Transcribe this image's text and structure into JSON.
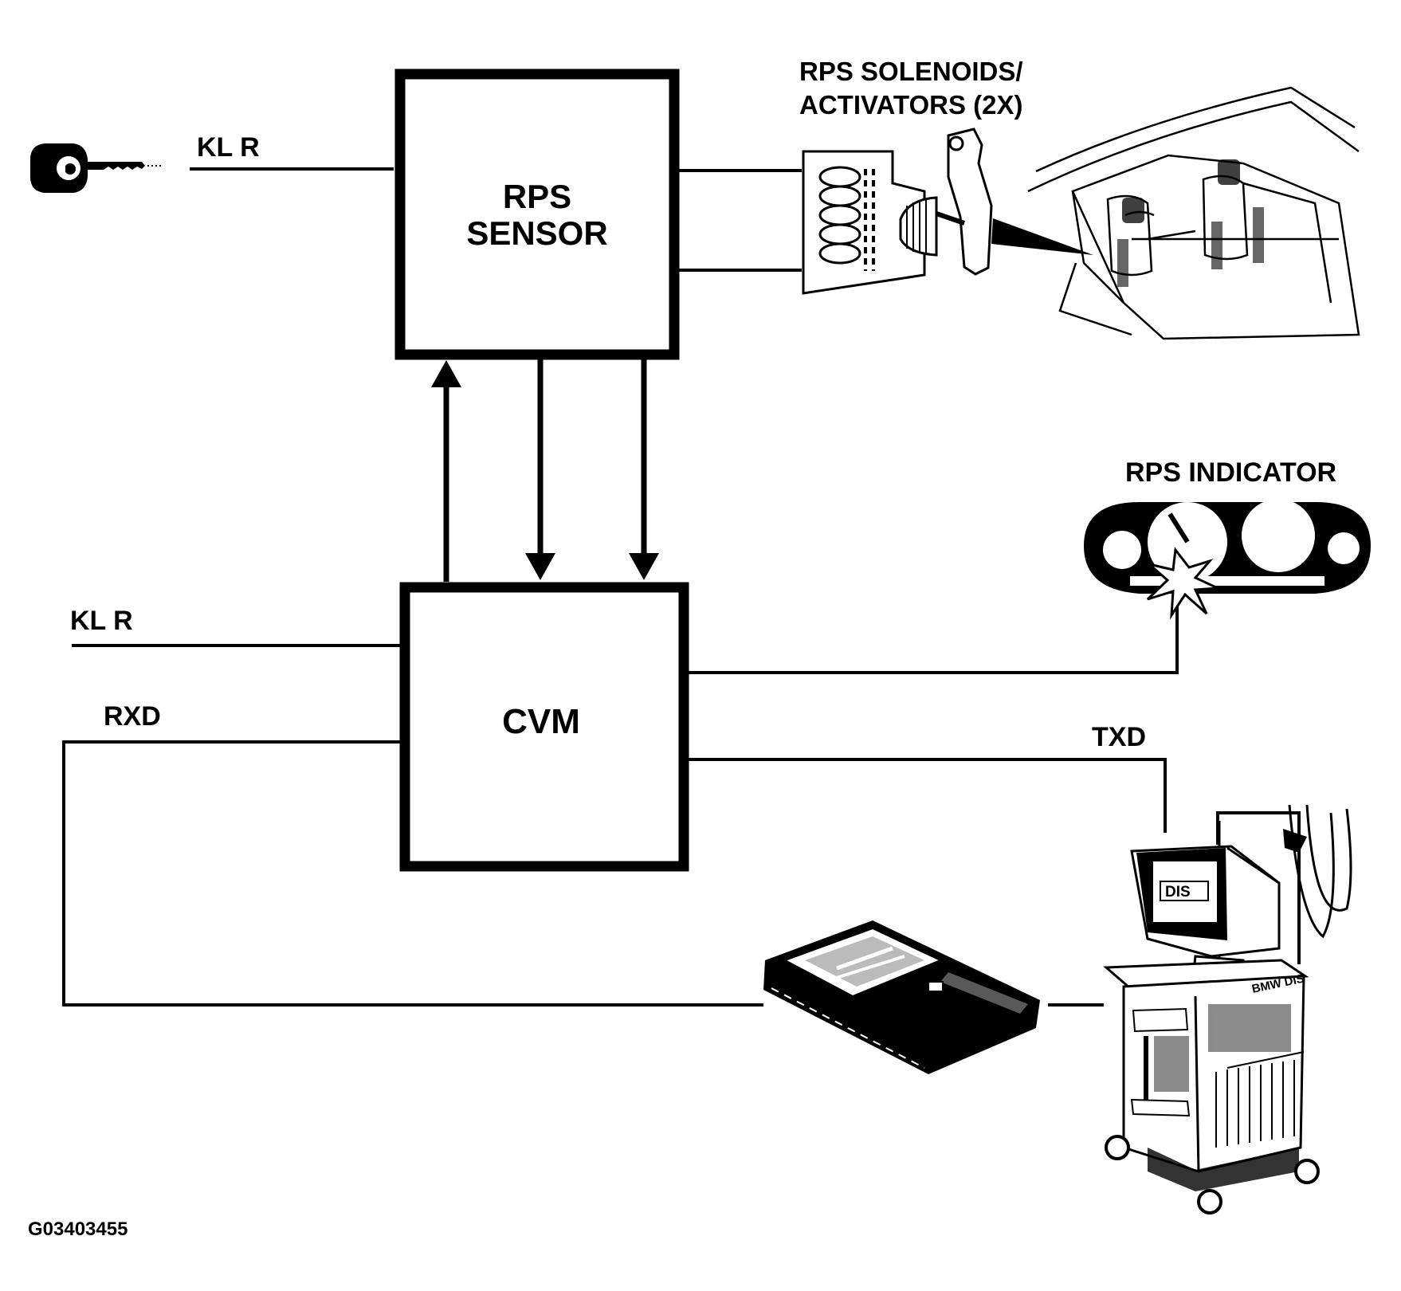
{
  "diagram": {
    "rps_sensor": {
      "line1": "RPS",
      "line2": "SENSOR"
    },
    "cvm": {
      "label": "CVM"
    },
    "kl_r_top": "KL R",
    "kl_r_left": "KL R",
    "rxd": "RXD",
    "txd": "TXD",
    "solenoids": {
      "line1": "RPS SOLENOIDS/",
      "line2": "ACTIVATORS (2X)"
    },
    "indicator": "RPS INDICATOR",
    "dis_screen": "DIS",
    "dis_cabinet": "BMW DIS",
    "figure_id": "G03403455"
  }
}
